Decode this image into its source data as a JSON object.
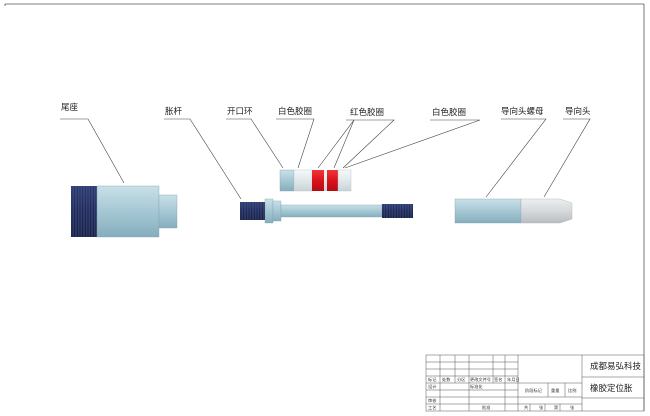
{
  "labels": {
    "tailstock": "尾座",
    "mandrel": "胀杆",
    "split_ring": "开口环",
    "white_ring_1": "白色胶圈",
    "red_ring": "红色胶圈",
    "white_ring_2": "白色胶圈",
    "guide_nut": "导向头螺母",
    "guide_head": "导向头"
  },
  "title_block": {
    "company": "成都易弘科技",
    "drawing_name": "橡胶定位胀",
    "row_marks": "标记",
    "row_count": "处数",
    "row_zone": "分区",
    "row_change_no": "更改文件号",
    "row_signature": "签名",
    "row_date": "年月日",
    "row_design": "设计",
    "row_standard": "标准化",
    "row_stage_mark": "阶段标记",
    "row_weight": "重量",
    "row_scale": "比例",
    "row_review": "审核",
    "row_process": "工艺",
    "row_approve": "批准",
    "row_total": "共",
    "row_sheet": "张",
    "row_no": "第",
    "row_sheet2": "张"
  },
  "colors": {
    "body_blue": "#a9cbd7",
    "thread_navy": "#1f2a5c",
    "rubber_red": "#e0121b",
    "rubber_white": "#e4ebee",
    "guide_silver": "#d7dbdd",
    "leader": "#444444"
  }
}
